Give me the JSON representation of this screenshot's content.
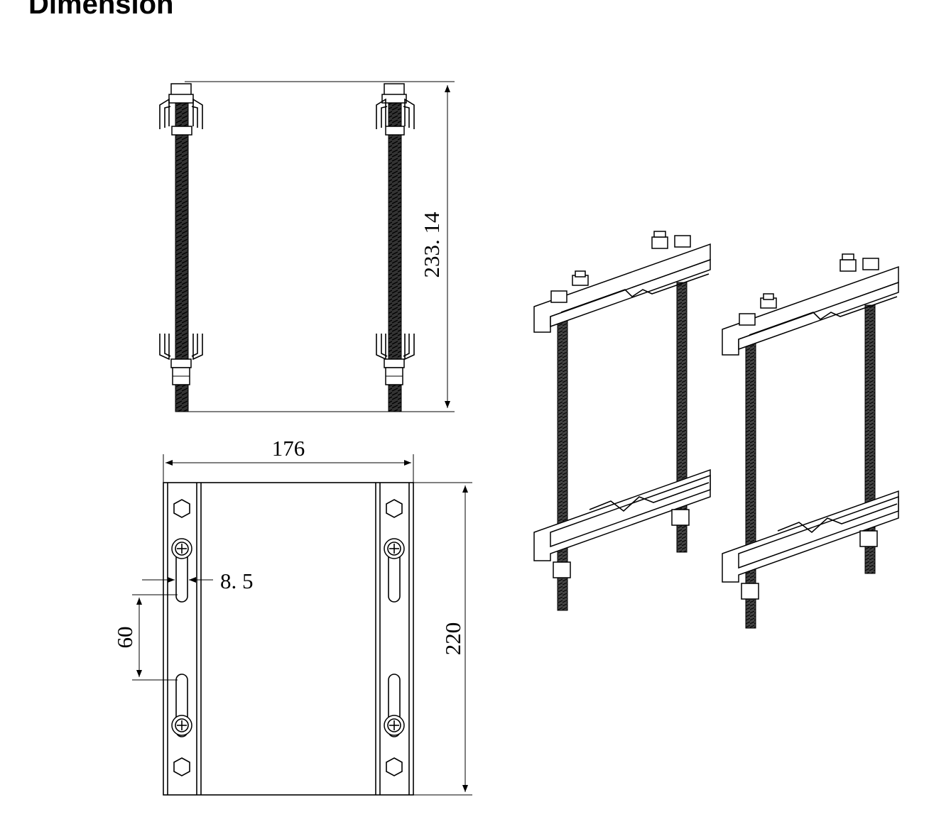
{
  "title": "Dimension",
  "dimensions": {
    "height_side": "233. 14",
    "width": "176",
    "height_front": "220",
    "slot_width": "8. 5",
    "slot_spacing": "60"
  },
  "colors": {
    "line": "#000000",
    "background": "#ffffff"
  }
}
